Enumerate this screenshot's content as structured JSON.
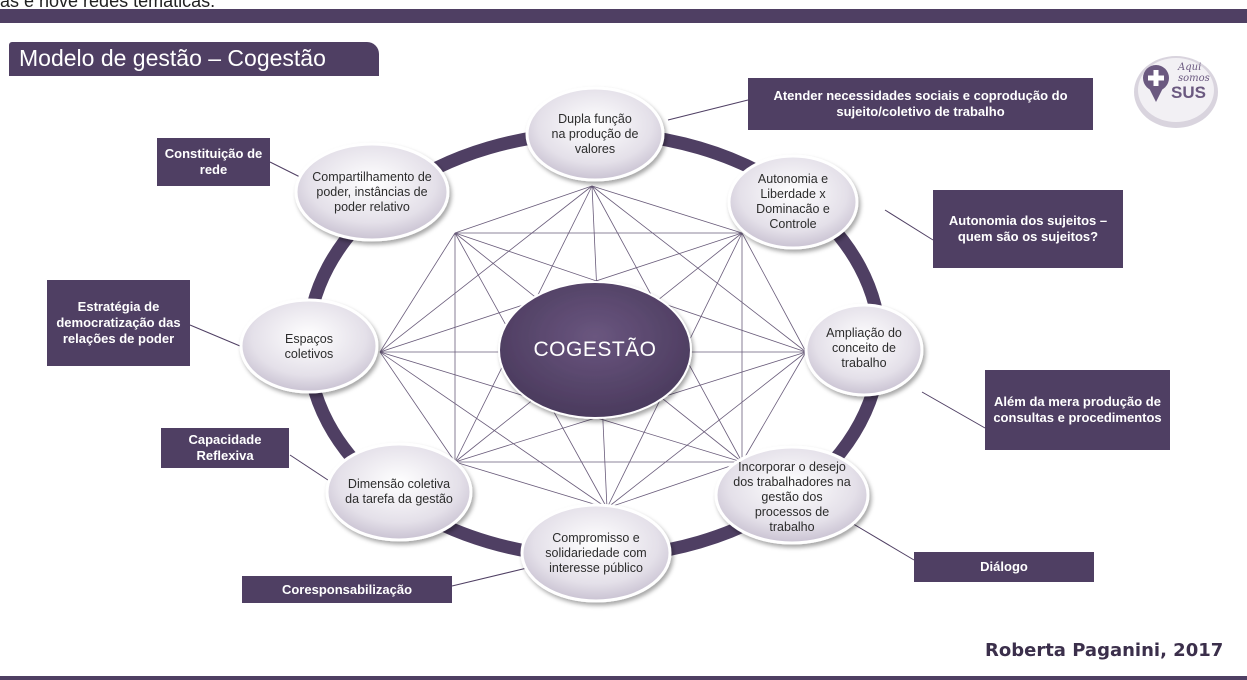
{
  "top_text": "as e nove redes temáticas.",
  "title": "Modelo de gestão – Cogestão",
  "center": "COGESTÃO",
  "nodes": [
    {
      "id": "n1",
      "text": "Dupla função na produção de valores"
    },
    {
      "id": "n2",
      "text": "Autonomia e Liberdade x Dominacão e Controle"
    },
    {
      "id": "n3",
      "text": "Ampliação do conceito de trabalho"
    },
    {
      "id": "n4",
      "text": "Incorporar o desejo dos trabalhadores na gestão dos processos de trabalho"
    },
    {
      "id": "n5",
      "text": "Compromisso e solidariedade com interesse público"
    },
    {
      "id": "n6",
      "text": "Dimensão coletiva da tarefa da gestão"
    },
    {
      "id": "n7",
      "text": "Espaços coletivos"
    },
    {
      "id": "n8",
      "text": "Compartilhamento de poder, instâncias de poder relativo"
    }
  ],
  "callouts": [
    {
      "id": "c1",
      "text": "Atender necessidades sociais e coprodução do sujeito/coletivo de trabalho"
    },
    {
      "id": "c2",
      "text": "Autonomia dos sujeitos – quem são os sujeitos?"
    },
    {
      "id": "c3",
      "text": "Além da mera produção de consultas e procedimentos"
    },
    {
      "id": "c4",
      "text": "Diálogo"
    },
    {
      "id": "c5",
      "text": "Coresponsabilização"
    },
    {
      "id": "c6",
      "text": "Capacidade Reflexiva"
    },
    {
      "id": "c7",
      "text": "Estratégia de democratização das relações de poder"
    },
    {
      "id": "c8",
      "text": "Constituição de rede"
    }
  ],
  "logo": {
    "line1": "Aqui",
    "line2": "somos",
    "line3": "SUS"
  },
  "footer": "Roberta Paganini, 2017",
  "colors": {
    "accent": "#4f3f63",
    "node_fill": "#e6e3ea",
    "ring": "#4f3f63",
    "center_fill": "#5a466e"
  }
}
